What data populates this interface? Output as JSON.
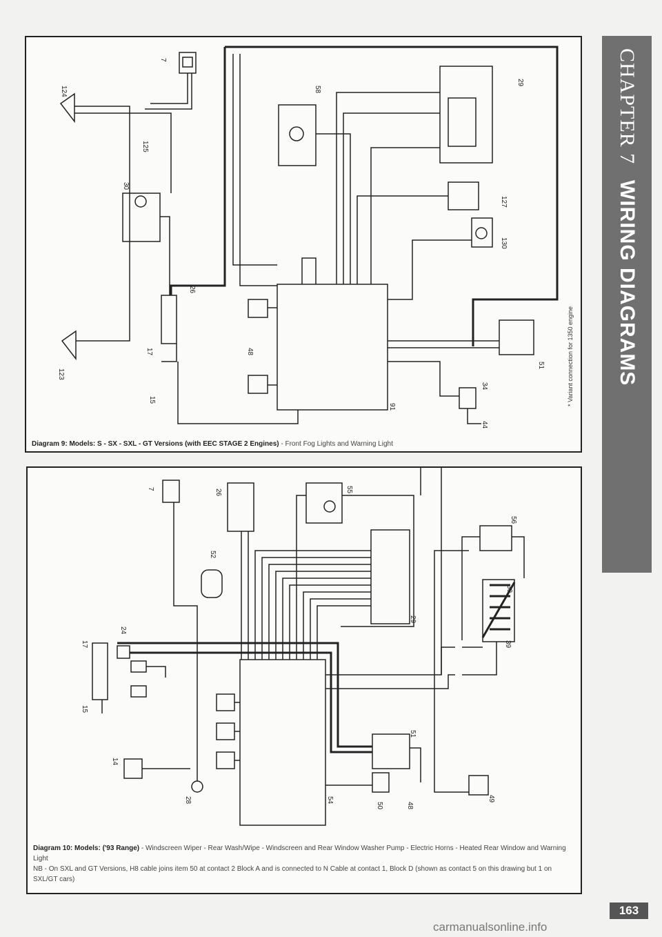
{
  "sidebar": {
    "chapter": "CHAPTER 7",
    "title": "WIRING DIAGRAMS"
  },
  "diagram9": {
    "caption_bold": "Diagram 9: Models: S - SX - SXL - GT Versions (with EEC STAGE 2 Engines)",
    "caption_rest": " - Front Fog Lights and Warning Light",
    "note": "* Variant connection for 1350 engine",
    "labels": [
      "7",
      "124",
      "125",
      "123",
      "15",
      "17",
      "30",
      "26",
      "58",
      "29",
      "127",
      "130",
      "34",
      "51",
      "44",
      "48",
      "91"
    ]
  },
  "diagram10": {
    "caption_bold": "Diagram 10: Models: ('93 Range)",
    "caption_rest": " - Windscreen Wiper - Rear Wash/Wipe - Windscreen and Rear Window Washer Pump - Electric Horns - Heated Rear Window and Warning Light",
    "caption_nb": "NB - On SXL and GT Versions, H8 cable joins item 50 at contact 2 Block A and is connected to N Cable at contact 1, Block D (shown as contact 5 on this drawing but 1 on SXL/GT cars)",
    "labels": [
      "7",
      "26",
      "55",
      "56",
      "52",
      "29",
      "17",
      "15",
      "14",
      "28",
      "24",
      "51",
      "50",
      "48",
      "49",
      "54",
      "39",
      "30"
    ]
  },
  "page_number": "163",
  "watermark": "carmanualsonline.info"
}
